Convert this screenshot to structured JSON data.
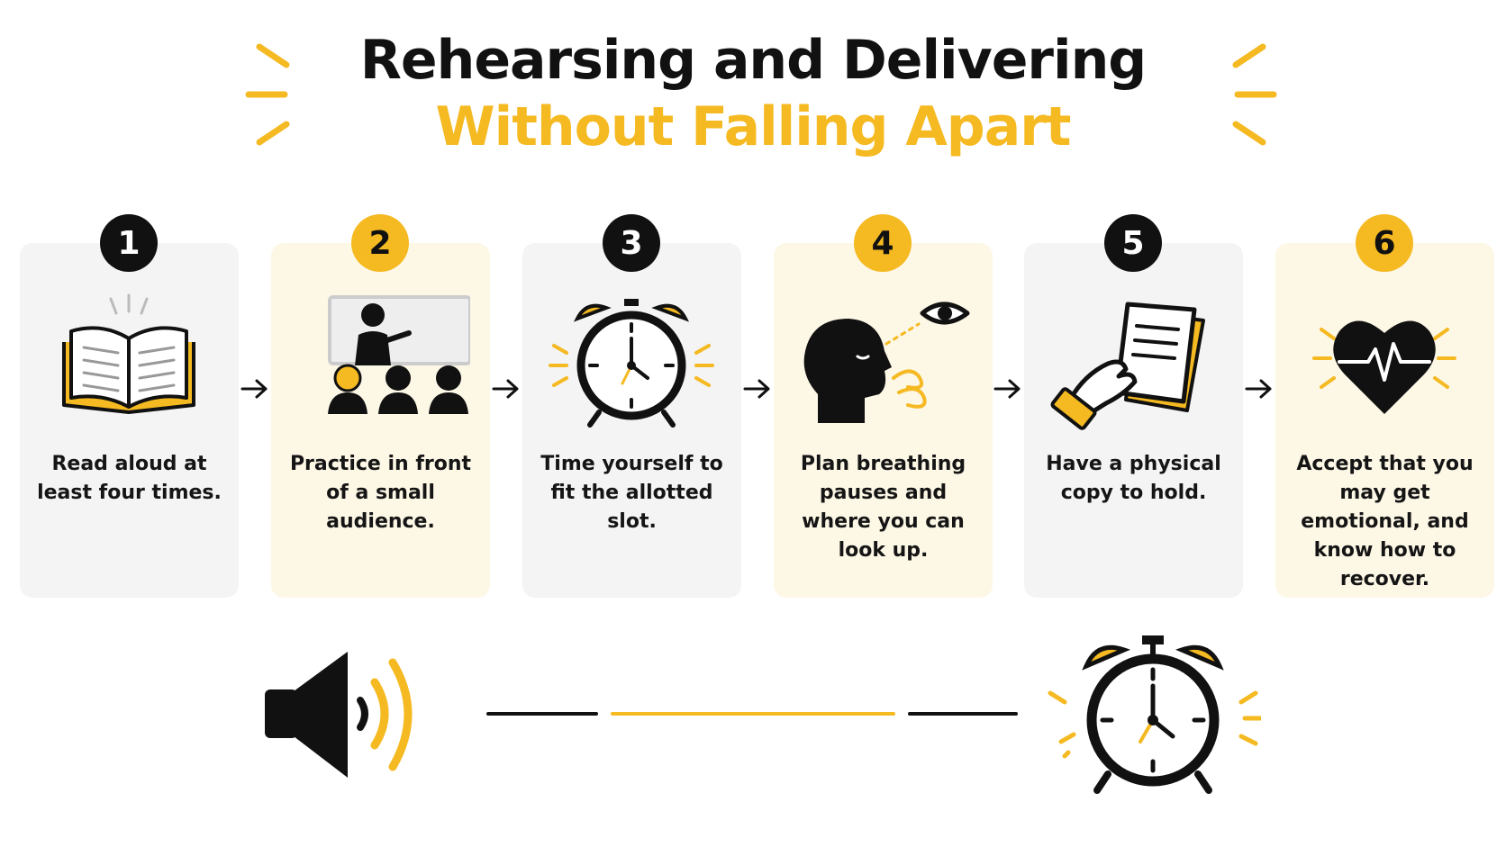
{
  "title": {
    "line1": "Rehearsing and Delivering",
    "line2": "Without Falling Apart"
  },
  "colors": {
    "accent": "#f5b921",
    "dark": "#111111",
    "card_grey": "#f4f4f4",
    "card_cream": "#fdf7e6"
  },
  "steps": [
    {
      "number": "1",
      "text": "Read aloud at least four times.",
      "icon": "open-book-icon"
    },
    {
      "number": "2",
      "text": "Practice in front of a small audience.",
      "icon": "audience-presentation-icon"
    },
    {
      "number": "3",
      "text": "Time yourself to fit the allotted slot.",
      "icon": "alarm-clock-icon"
    },
    {
      "number": "4",
      "text": "Plan breathing pauses and where you can look up.",
      "icon": "breathing-head-icon"
    },
    {
      "number": "5",
      "text": "Have a physical copy to hold.",
      "icon": "hand-holding-paper-icon"
    },
    {
      "number": "6",
      "text": "Accept that you may get emotional, and know how to recover.",
      "icon": "heartbeat-icon"
    }
  ],
  "bottom": {
    "left_icon": "speaker-icon",
    "right_icon": "alarm-clock-icon"
  }
}
